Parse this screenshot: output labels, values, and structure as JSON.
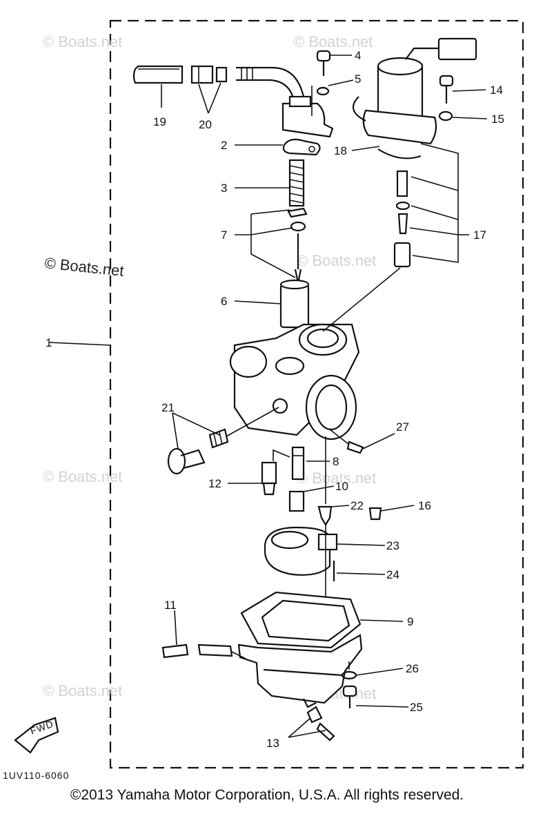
{
  "callouts": {
    "c1": "1",
    "c2": "2",
    "c3": "3",
    "c4": "4",
    "c5": "5",
    "c6": "6",
    "c7": "7",
    "c8": "8",
    "c9": "9",
    "c10": "10",
    "c11": "11",
    "c12": "12",
    "c13": "13",
    "c14": "14",
    "c15": "15",
    "c16": "16",
    "c17": "17",
    "c18": "18",
    "c19": "19",
    "c20": "20",
    "c21": "21",
    "c22": "22",
    "c23": "23",
    "c24": "24",
    "c25": "25",
    "c26": "26",
    "c27": "27"
  },
  "watermark": "© Boats.net",
  "fwd_label": "FWD",
  "diagram_code": "1UV110-6060",
  "copyright": "©2013 Yamaha Motor Corporation, U.S.A. All rights reserved."
}
